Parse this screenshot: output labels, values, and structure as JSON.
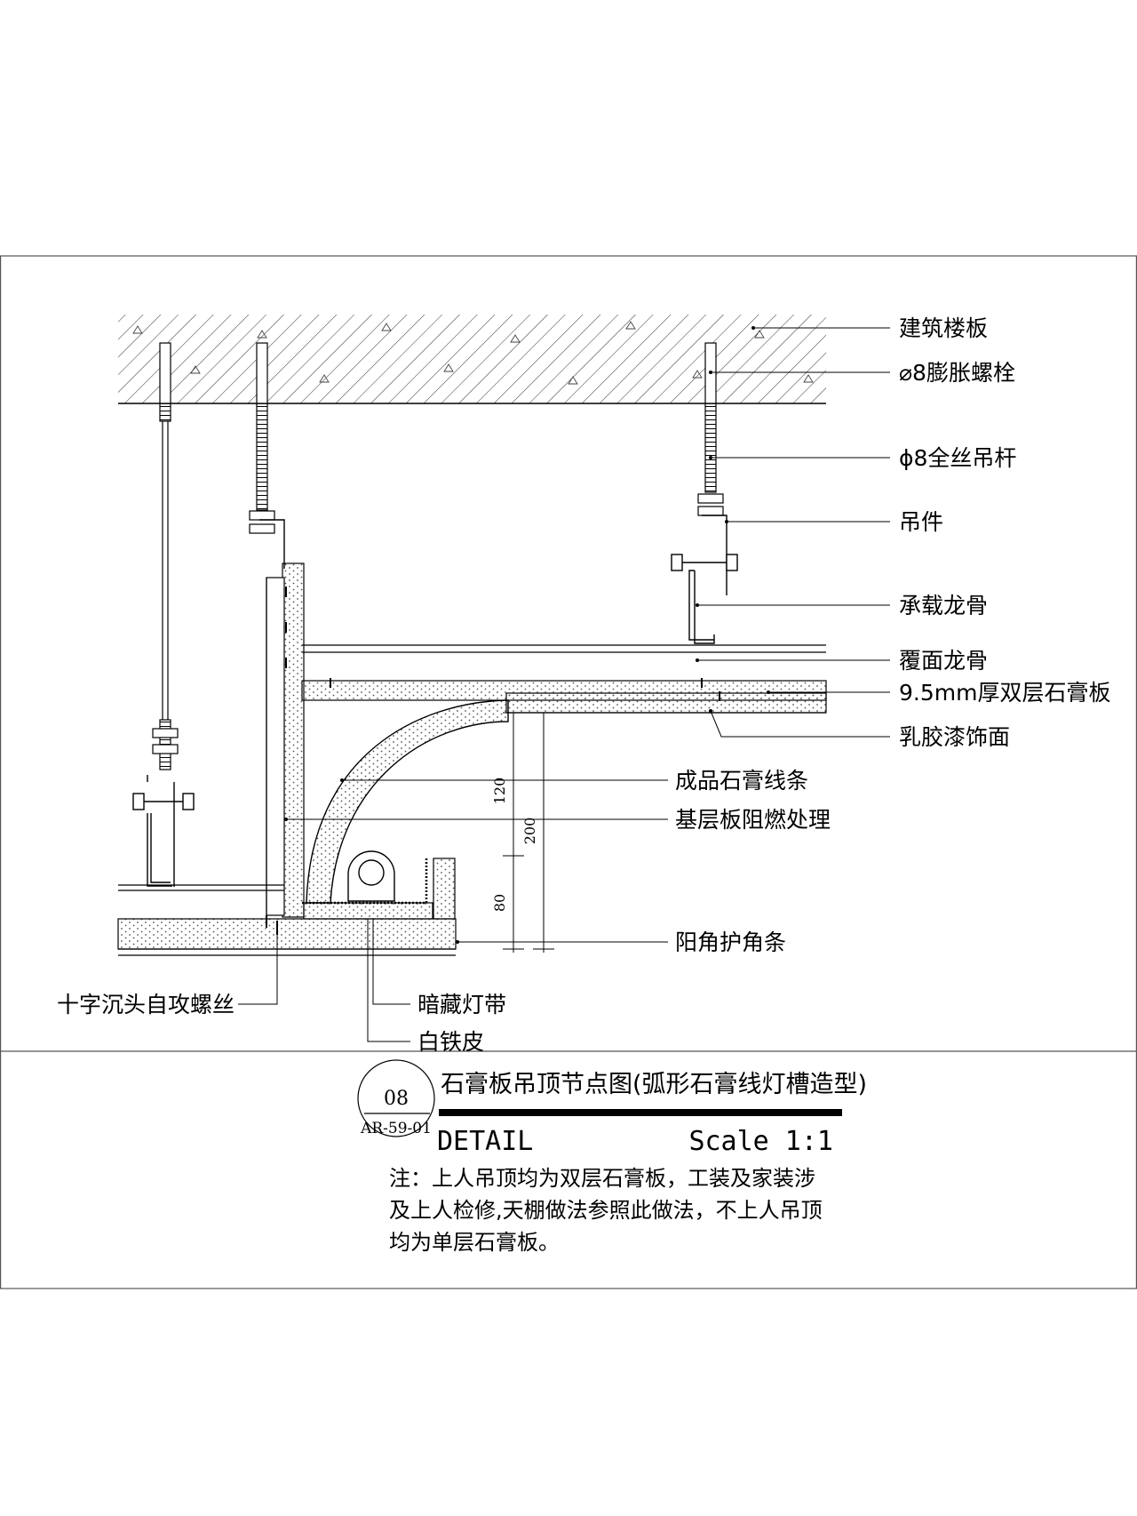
{
  "labels": {
    "floor_slab": "建筑楼板",
    "expansion_bolt": "⌀8膨胀螺栓",
    "hanger_rod": "ɸ8全丝吊杆",
    "hanger": "吊件",
    "main_keel": "承载龙骨",
    "cover_keel": "覆面龙骨",
    "gypsum_board": "9.5mm厚双层石膏板",
    "latex_paint": "乳胶漆饰面",
    "gypsum_molding": "成品石膏线条",
    "fire_retardant": "基层板阻燃处理",
    "corner_guard": "阳角护角条",
    "screw": "十字沉头自攻螺丝",
    "led_strip": "暗藏灯带",
    "tin_sheet": "白铁皮"
  },
  "dimensions": {
    "d120": "120",
    "d200": "200",
    "d80": "80"
  },
  "title_block": {
    "detail_no": "08",
    "sheet_no": "AR-59-01",
    "title": "石膏板吊顶节点图(弧形石膏线灯槽造型)",
    "detail": "DETAIL",
    "scale": "Scale 1:1",
    "note_lines": [
      "注：上人吊顶均为双层石膏板，工装及家装涉",
      "及上人检修,天棚做法参照此做法，不上人吊顶",
      "均为单层石膏板。"
    ]
  }
}
